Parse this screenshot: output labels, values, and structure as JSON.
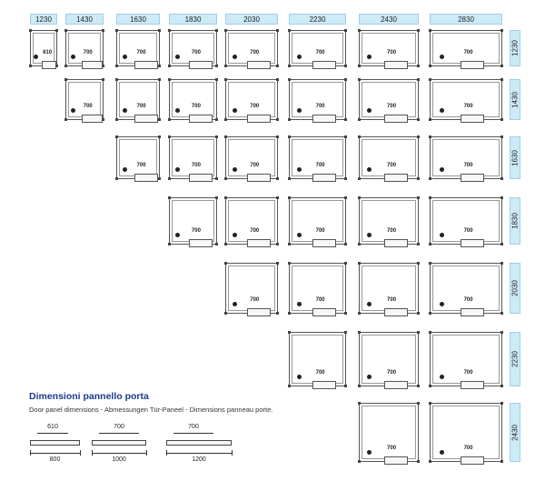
{
  "top_headers": [
    "1230",
    "1430",
    "1630",
    "1830",
    "2030",
    "2230",
    "2430",
    "2830"
  ],
  "side_headers": [
    "1230",
    "1430",
    "1630",
    "1830",
    "2030",
    "2230",
    "2430"
  ],
  "rows": [
    {
      "cells": [
        {
          "size": "1230x1230",
          "door": "610"
        },
        {
          "size": "1430x1230",
          "door": "700"
        },
        {
          "size": "1630x1230",
          "door": "700"
        },
        {
          "size": "1830x1230",
          "door": "700"
        },
        {
          "size": "2030x1230",
          "door": "700"
        },
        {
          "size": "2230x1230",
          "door": "700"
        },
        {
          "size": "2430x1230",
          "door": "700"
        },
        {
          "size": "2830x1230",
          "door": "700"
        }
      ]
    },
    {
      "cells": [
        {
          "size": "1430x1430",
          "door": "700"
        },
        {
          "size": "1630x1430",
          "door": "700"
        },
        {
          "size": "1830x1430",
          "door": "700"
        },
        {
          "size": "2030x1430",
          "door": "700"
        },
        {
          "size": "2230x1430",
          "door": "700"
        },
        {
          "size": "2430x1430",
          "door": "700"
        },
        {
          "size": "2830x1430",
          "door": "700"
        }
      ]
    },
    {
      "cells": [
        {
          "size": "1630x1630",
          "door": "700"
        },
        {
          "size": "1830x1630",
          "door": "700"
        },
        {
          "size": "2030x1630",
          "door": "700"
        },
        {
          "size": "2230x1630",
          "door": "700"
        },
        {
          "size": "2430x1630",
          "door": "700"
        },
        {
          "size": "2830x1630",
          "door": "700"
        }
      ]
    },
    {
      "cells": [
        {
          "size": "1830x1830",
          "door": "700"
        },
        {
          "size": "2030x1830",
          "door": "700"
        },
        {
          "size": "2230x1830",
          "door": "700"
        },
        {
          "size": "2430x1830",
          "door": "700"
        },
        {
          "size": "2830x1830",
          "door": "700"
        }
      ]
    },
    {
      "cells": [
        {
          "size": "2030x2030",
          "door": "700"
        },
        {
          "size": "2230x2030",
          "door": "700"
        },
        {
          "size": "2430x2030",
          "door": "700"
        },
        {
          "size": "2830x2030",
          "door": "700"
        }
      ]
    },
    {
      "cells": [
        {
          "size": "2230x2230",
          "door": "700"
        },
        {
          "size": "2430x2230",
          "door": "700"
        },
        {
          "size": "2830x2230",
          "door": "700"
        }
      ]
    },
    {
      "cells": [
        {
          "size": "2430x2430",
          "door": "700"
        },
        {
          "size": "2830x2430",
          "door": "700"
        }
      ]
    }
  ],
  "panel_section": {
    "title": "Dimensioni pannello porta",
    "subtitle": "Door panel dimensions - Abmessungen Tür-Paneel - Dimensions panneau porte.",
    "panels": [
      {
        "door": "610",
        "panel": "800"
      },
      {
        "door": "700",
        "panel": "1000"
      },
      {
        "door": "700",
        "panel": "1200"
      }
    ]
  }
}
